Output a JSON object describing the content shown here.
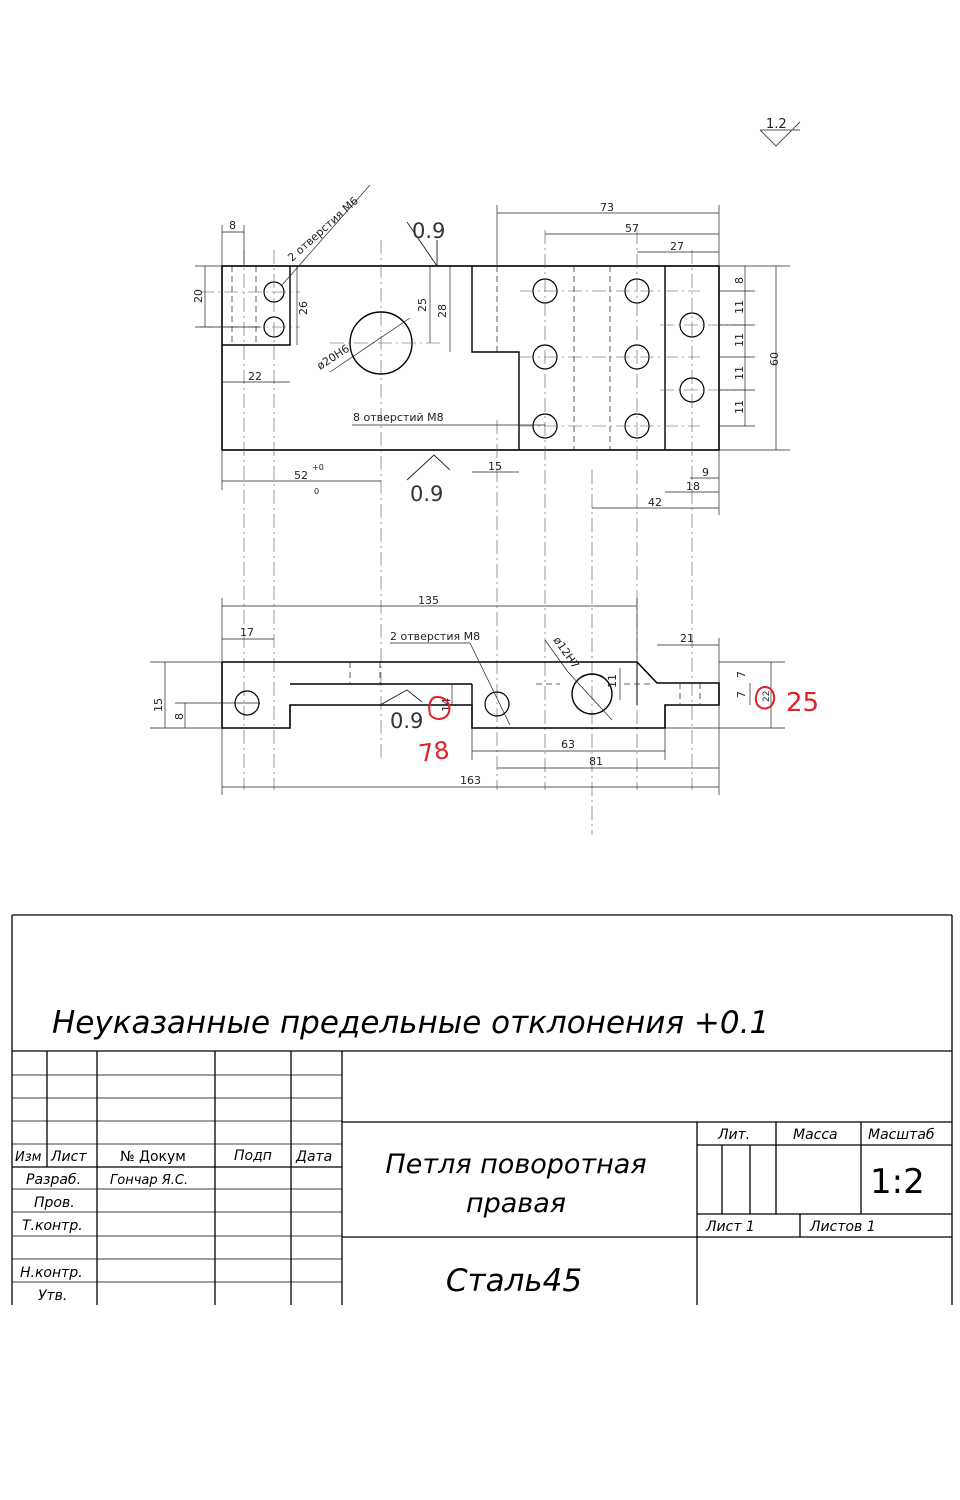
{
  "surface_finish_top": "1.2",
  "top_view": {
    "roughness_upper": "0.9",
    "roughness_lower": "0.9",
    "note_holes_m6": "2 отверстия М6",
    "note_holes_m8": "8 отверстий М8",
    "bore_label": "ø20Н6",
    "tol_upper": "+0",
    "tol_lower": "0",
    "dims": {
      "d8": "8",
      "d73": "73",
      "d57": "57",
      "d27": "27",
      "d20": "20",
      "d26": "26",
      "d25": "25",
      "d28": "28",
      "d22": "22",
      "d52": "52",
      "d15": "15",
      "d9": "9",
      "d18": "18",
      "d42": "42",
      "d60": "60",
      "d8r": "8",
      "d11a": "11",
      "d11b": "11",
      "d11c": "11",
      "d11d": "11"
    }
  },
  "front_view": {
    "roughness": "0.9",
    "note_holes_m8": "2 отверстия М8",
    "bore_label": "ø12Н7",
    "dims": {
      "d135": "135",
      "d17": "17",
      "d21": "21",
      "d15": "15",
      "d8": "8",
      "d7a": "7",
      "d7b": "7",
      "d22": "22",
      "d11": "11",
      "d14": "14",
      "d63": "63",
      "d81": "81",
      "d163": "163"
    }
  },
  "red_annotations": {
    "left_value": "78",
    "right_value": "25"
  },
  "title_block": {
    "general_tolerance": "Неуказанные предельные отклонения +0.1",
    "part_name_line1": "Петля поворотная",
    "part_name_line2": "правая",
    "material": "Сталь45",
    "labels": {
      "izm": "Изм",
      "list": "Лист",
      "n_dokum": "№ Докум",
      "podp": "Подп",
      "data": "Дата",
      "razrab": "Разраб.",
      "prov": "Пров.",
      "tkontr": "Т.контр.",
      "nkontr": "Н.контр.",
      "utv": "Утв.",
      "lit": "Лит.",
      "massa": "Масса",
      "masshtab": "Масштаб"
    },
    "developer": "Гончар Я.С.",
    "scale": "1:2",
    "sheet": "Лист  1",
    "sheets": "Листов  1"
  }
}
